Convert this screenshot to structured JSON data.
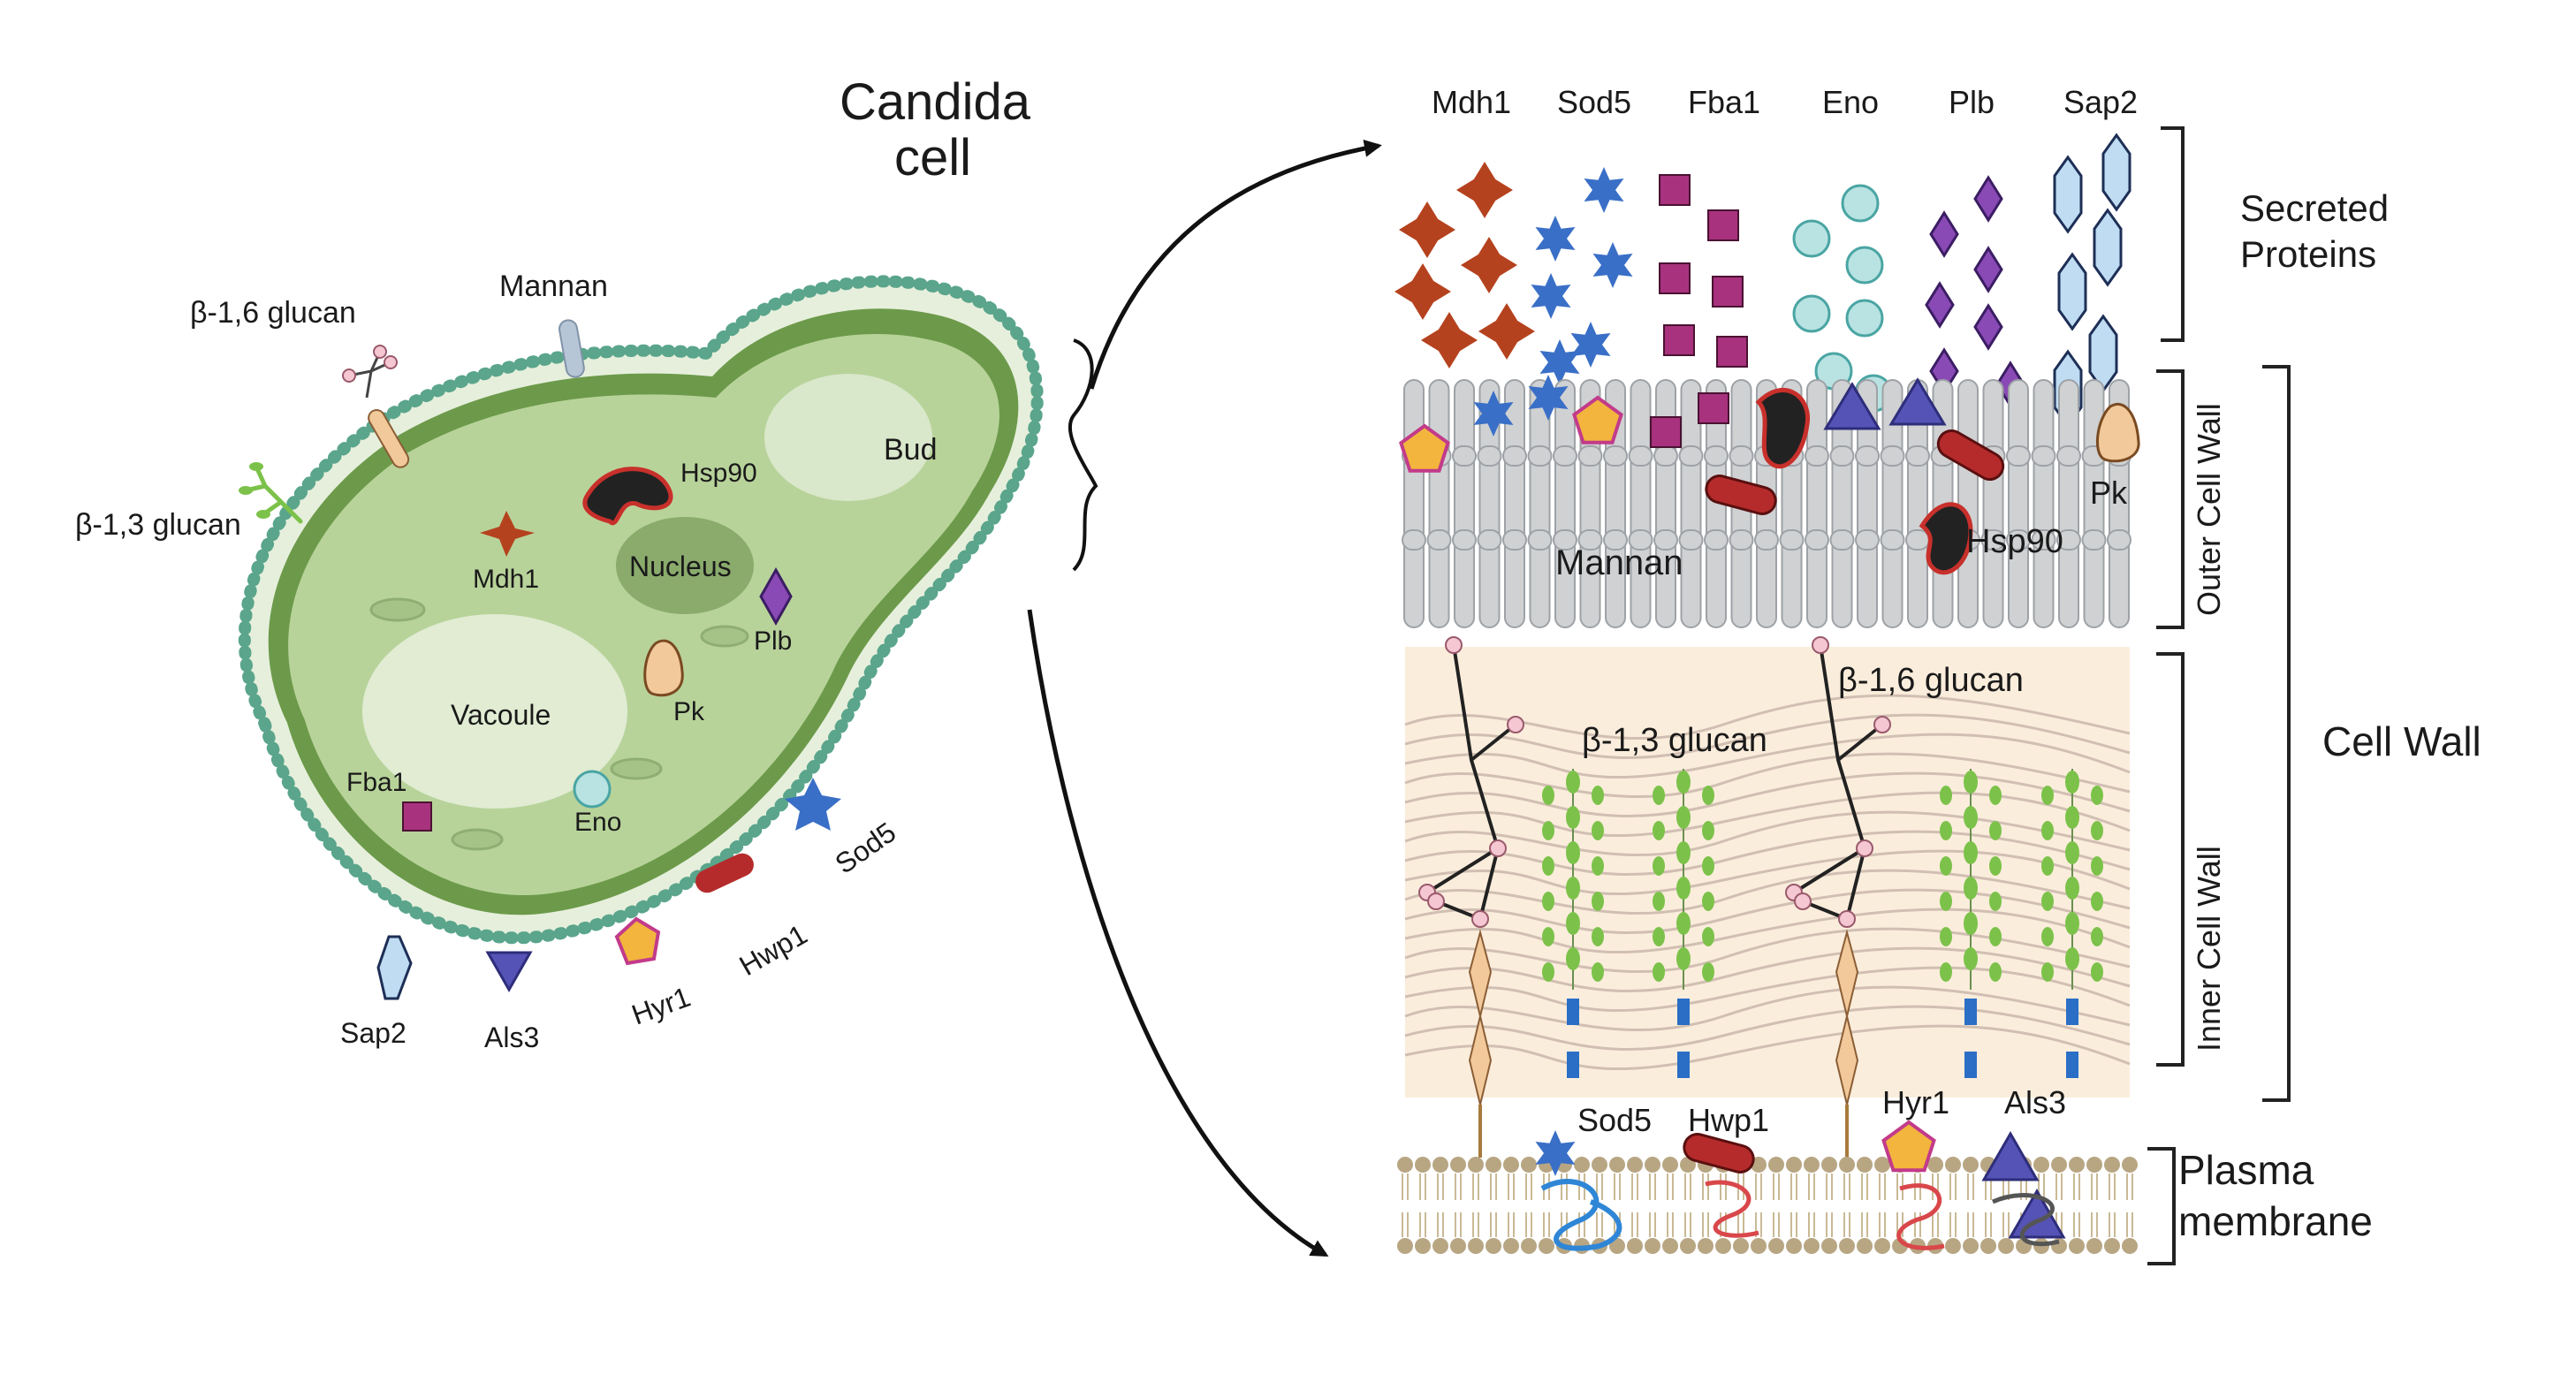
{
  "title": {
    "line1": "Candida",
    "line2": "cell"
  },
  "colors": {
    "cytoplasm": "#b8d39a",
    "wall_dark": "#5d8f3e",
    "membrane_bead": "#5aa58b",
    "vacuole": "#dde9cf",
    "nucleus": "#8aab6c",
    "mdh1": "#b5421e",
    "sod5": "#3a6fc7",
    "fba1": "#a8327d",
    "eno": "#b8e3e2",
    "plb": "#8a4ab5",
    "sap2": "#bfdcf3",
    "hsp90": "#222222",
    "hwp1": "#b52b2b",
    "hyr1": "#f3b53d",
    "als3": "#5553b6",
    "pk": "#f2c99a",
    "mannan": "#cfd1d3",
    "inner_bg": "#fbeddc",
    "glucan_green": "#7cc24a",
    "gpi_blue": "#2b6ec6",
    "bilayer_bead": "#b8a683"
  },
  "cell": {
    "labels": {
      "bud": "Bud",
      "nucleus": "Nucleus",
      "vacuole": "Vacoule",
      "hsp90": "Hsp90",
      "mdh1": "Mdh1",
      "plb": "Plb",
      "pk": "Pk",
      "fba1": "Fba1",
      "eno": "Eno",
      "sod5": "Sod5",
      "hwp1": "Hwp1",
      "hyr1": "Hyr1",
      "als3": "Als3",
      "sap2": "Sap2",
      "mannan": "Mannan",
      "b16": "β-1,6 glucan",
      "b13": "β-1,3 glucan"
    }
  },
  "right": {
    "columns": [
      "Mdh1",
      "Sod5",
      "Fba1",
      "Eno",
      "Plb",
      "Sap2"
    ],
    "outer_labels": {
      "mannan": "Mannan",
      "hsp90": "Hsp90",
      "pk": "Pk"
    },
    "inner_labels": {
      "b13": "β-1,3 glucan",
      "b16": "β-1,6 glucan"
    },
    "membrane_labels": {
      "sod5": "Sod5",
      "hwp1": "Hwp1",
      "hyr1": "Hyr1",
      "als3": "Als3"
    },
    "brackets": {
      "secreted": [
        "Secreted",
        "Proteins"
      ],
      "outer_wall": "Outer Cell Wall",
      "inner_wall": "Inner Cell Wall",
      "cell_wall": "Cell Wall",
      "plasma": [
        "Plasma",
        "membrane"
      ]
    }
  }
}
